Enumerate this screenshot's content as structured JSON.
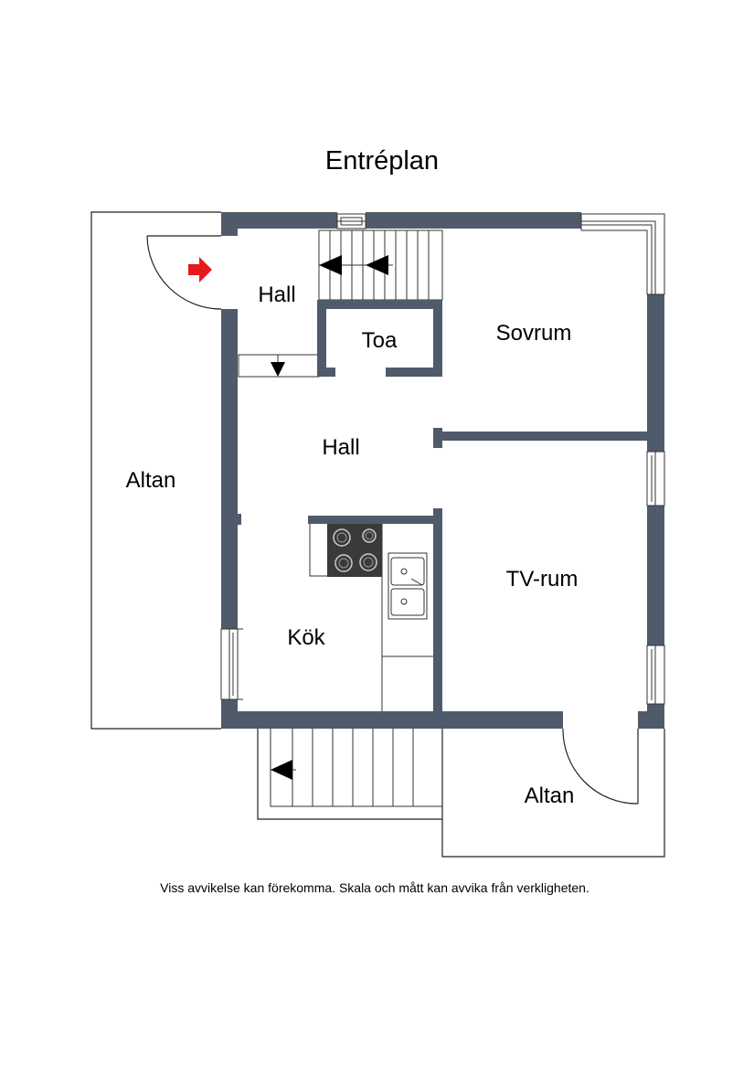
{
  "title": "Entréplan",
  "rooms": {
    "hall_top": "Hall",
    "toa": "Toa",
    "sovrum": "Sovrum",
    "hall_main": "Hall",
    "altan_left": "Altan",
    "tv_rum": "TV-rum",
    "kok": "Kök",
    "altan_bottom": "Altan"
  },
  "disclaimer": "Viss avvikelse kan förekomma. Skala och mått kan avvika från verkligheten.",
  "colors": {
    "wall": "#4f5b6a",
    "entrance_arrow": "#e8191c",
    "stove": "#3a3a3a",
    "line": "#222222",
    "background": "#ffffff"
  },
  "icons": [
    "entrance-arrow-icon",
    "stair-arrow-icon",
    "stove-icon",
    "sink-icon",
    "door-swing-icon",
    "window-icon"
  ]
}
